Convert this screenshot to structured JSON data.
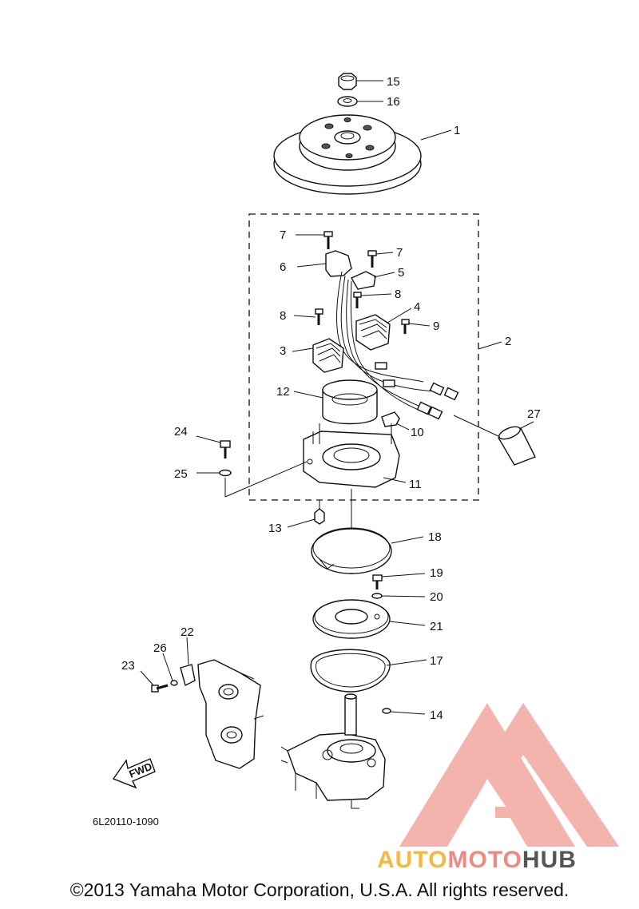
{
  "diagram": {
    "callouts": [
      "1",
      "2",
      "3",
      "4",
      "5",
      "6",
      "7",
      "7",
      "8",
      "8",
      "9",
      "10",
      "11",
      "12",
      "13",
      "14",
      "15",
      "16",
      "17",
      "18",
      "19",
      "20",
      "21",
      "22",
      "23",
      "24",
      "25",
      "26",
      "27"
    ],
    "drawing_code": "6L20110-1090",
    "fwd_label": "FWD"
  },
  "watermark": {
    "part1": "AUTO",
    "part2": "MOTO",
    "part3": "HUB",
    "colors": {
      "auto": "#f5b942",
      "moto": "#ef8a80",
      "hub": "#555555",
      "logo": "#ef8a80"
    }
  },
  "footer": {
    "copyright": "©2013 Yamaha Motor Corporation, U.S.A. All rights reserved."
  }
}
